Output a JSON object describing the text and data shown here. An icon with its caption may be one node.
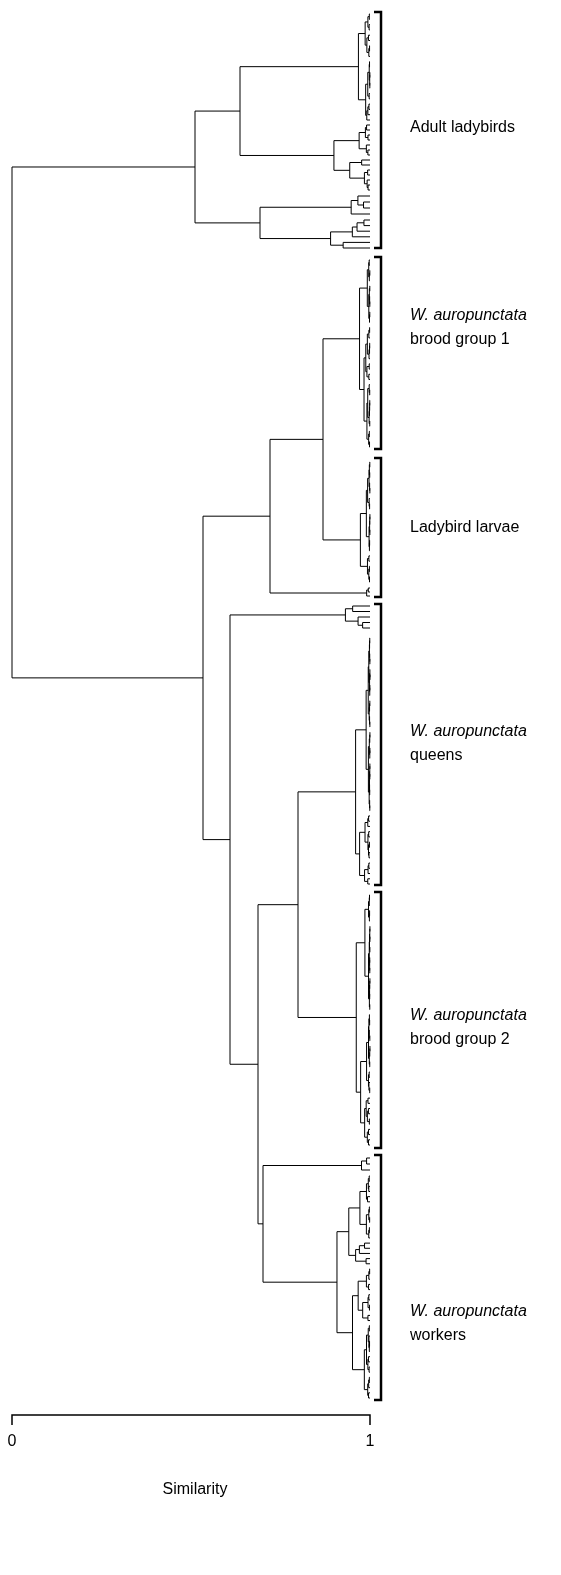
{
  "diagram": {
    "labels": [
      "Adult ladybirds",
      "*W. auropunctata* brood group 1",
      "Ladybird larvae",
      "*W. auropunctata* queens",
      "*W. auropunctata* brood group 2",
      "*W. auropunctata* workers",
      "0",
      "1",
      "Similarity"
    ]
  }
}
